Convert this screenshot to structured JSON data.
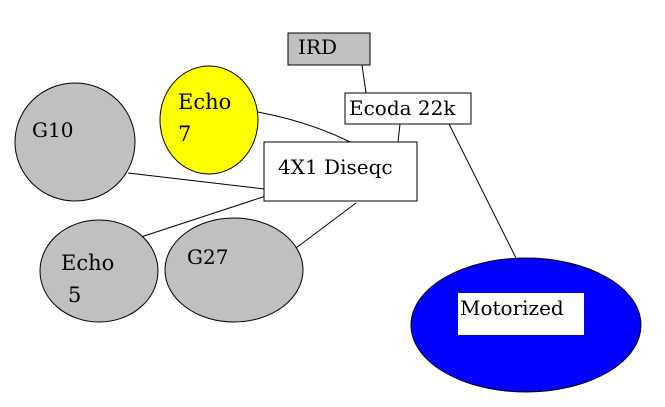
{
  "diagram": {
    "nodes": {
      "ird": {
        "label": "IRD",
        "fill": "#c0c0c0",
        "shape": "rectangle"
      },
      "ecoda": {
        "label": "Ecoda 22k",
        "fill": "#ffffff",
        "shape": "rectangle"
      },
      "diseqc": {
        "label": "4X1 Diseqc",
        "fill": "#ffffff",
        "shape": "rectangle"
      },
      "g10": {
        "label": "G10",
        "fill": "#c0c0c0",
        "shape": "ellipse"
      },
      "echo7": {
        "label_line1": "Echo",
        "label_line2": "7",
        "fill": "#ffff00",
        "shape": "ellipse"
      },
      "echo5": {
        "label_line1": "Echo",
        "label_line2": "5",
        "fill": "#c0c0c0",
        "shape": "ellipse"
      },
      "g27": {
        "label": "G27",
        "fill": "#c0c0c0",
        "shape": "ellipse"
      },
      "motorized": {
        "label": "Motorized",
        "fill": "#0000ff",
        "label_box_fill": "#ffffff",
        "shape": "ellipse"
      }
    },
    "connections": [
      {
        "from": "ird",
        "to": "ecoda"
      },
      {
        "from": "ecoda",
        "to": "diseqc"
      },
      {
        "from": "ecoda",
        "to": "motorized"
      },
      {
        "from": "echo7",
        "to": "diseqc"
      },
      {
        "from": "g10",
        "to": "diseqc"
      },
      {
        "from": "echo5",
        "to": "diseqc"
      },
      {
        "from": "g27",
        "to": "diseqc"
      }
    ]
  }
}
